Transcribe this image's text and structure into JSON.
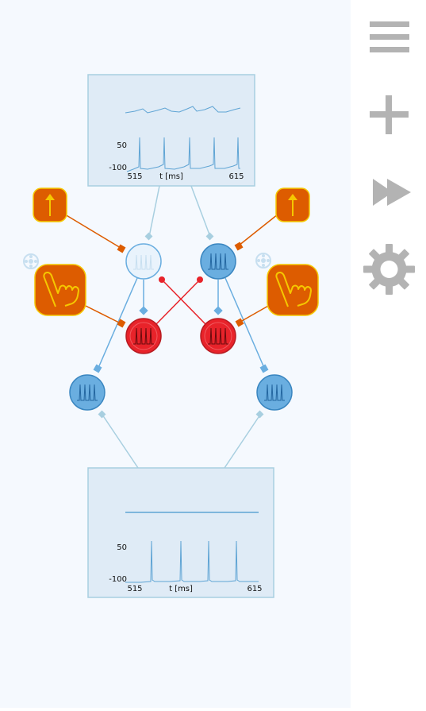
{
  "toolbar": {
    "menu_icon": "hamburger-menu-icon",
    "add_icon": "plus-icon",
    "fast_forward_icon": "fast-forward-icon",
    "settings_icon": "gear-icon"
  },
  "colors": {
    "canvas_bg": "#f5f9fe",
    "panel_bg": "#dfebf6",
    "panel_border": "#a8cfe0",
    "neuron_blue": "#6aaee0",
    "neuron_inhibitory": "#e8232a",
    "touch_orange": "#dd5c00",
    "touch_border": "#f5c800",
    "icon_gray": "#b3b3b3"
  },
  "plots": [
    {
      "y_max_label": "50",
      "y_min_label": "-100",
      "x_start_label": "515",
      "x_axis_label": "t [ms]",
      "x_end_label": "615"
    },
    {
      "y_max_label": "50",
      "y_min_label": "-100",
      "x_start_label": "515",
      "x_axis_label": "t [ms]",
      "x_end_label": "615"
    }
  ],
  "stimulators": {
    "dc_source_icon": "up-arrow-icon",
    "touch_sensor_icon": "touch-hand-icon",
    "move_handle_icon": "move-handle-icon"
  }
}
